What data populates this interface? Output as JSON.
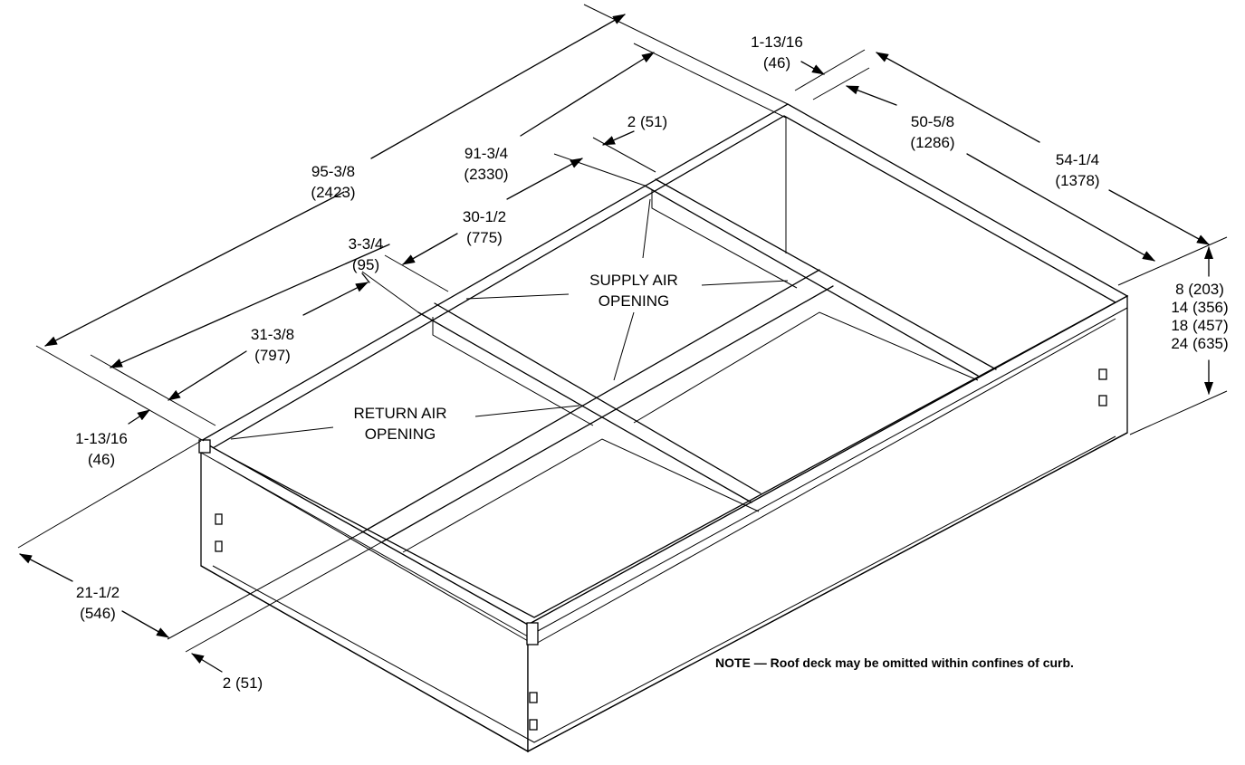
{
  "colors": {
    "line": "#000000",
    "background": "#ffffff"
  },
  "dimensions": {
    "length_overall": {
      "in": "95-3/8",
      "mm": "(2423)"
    },
    "length_inner": {
      "in": "91-3/4",
      "mm": "(2330)"
    },
    "supply_opening_length": {
      "in": "30-1/2",
      "mm": "(775)"
    },
    "center_rail": {
      "in": "3-3/4",
      "mm": "(95)"
    },
    "return_opening_length": {
      "in": "31-3/8",
      "mm": "(797)"
    },
    "end_rail_front": {
      "in": "1-13/16",
      "mm": "(46)"
    },
    "end_rail_back": {
      "in": "1-13/16",
      "mm": "(46)"
    },
    "back_offset": {
      "label": "2 (51)"
    },
    "width_inner": {
      "in": "50-5/8",
      "mm": "(1286)"
    },
    "width_overall": {
      "in": "54-1/4",
      "mm": "(1378)"
    },
    "curb_heights": [
      "8 (203)",
      "14 (356)",
      "18 (457)",
      "24 (635)"
    ],
    "front_width": {
      "in": "21-1/2",
      "mm": "(546)"
    },
    "front_offset": {
      "label": "2 (51)"
    }
  },
  "labels": {
    "supply": [
      "SUPPLY AIR",
      "OPENING"
    ],
    "return": [
      "RETURN AIR",
      "OPENING"
    ]
  },
  "note": "NOTE — Roof deck may be omitted within confines of curb."
}
